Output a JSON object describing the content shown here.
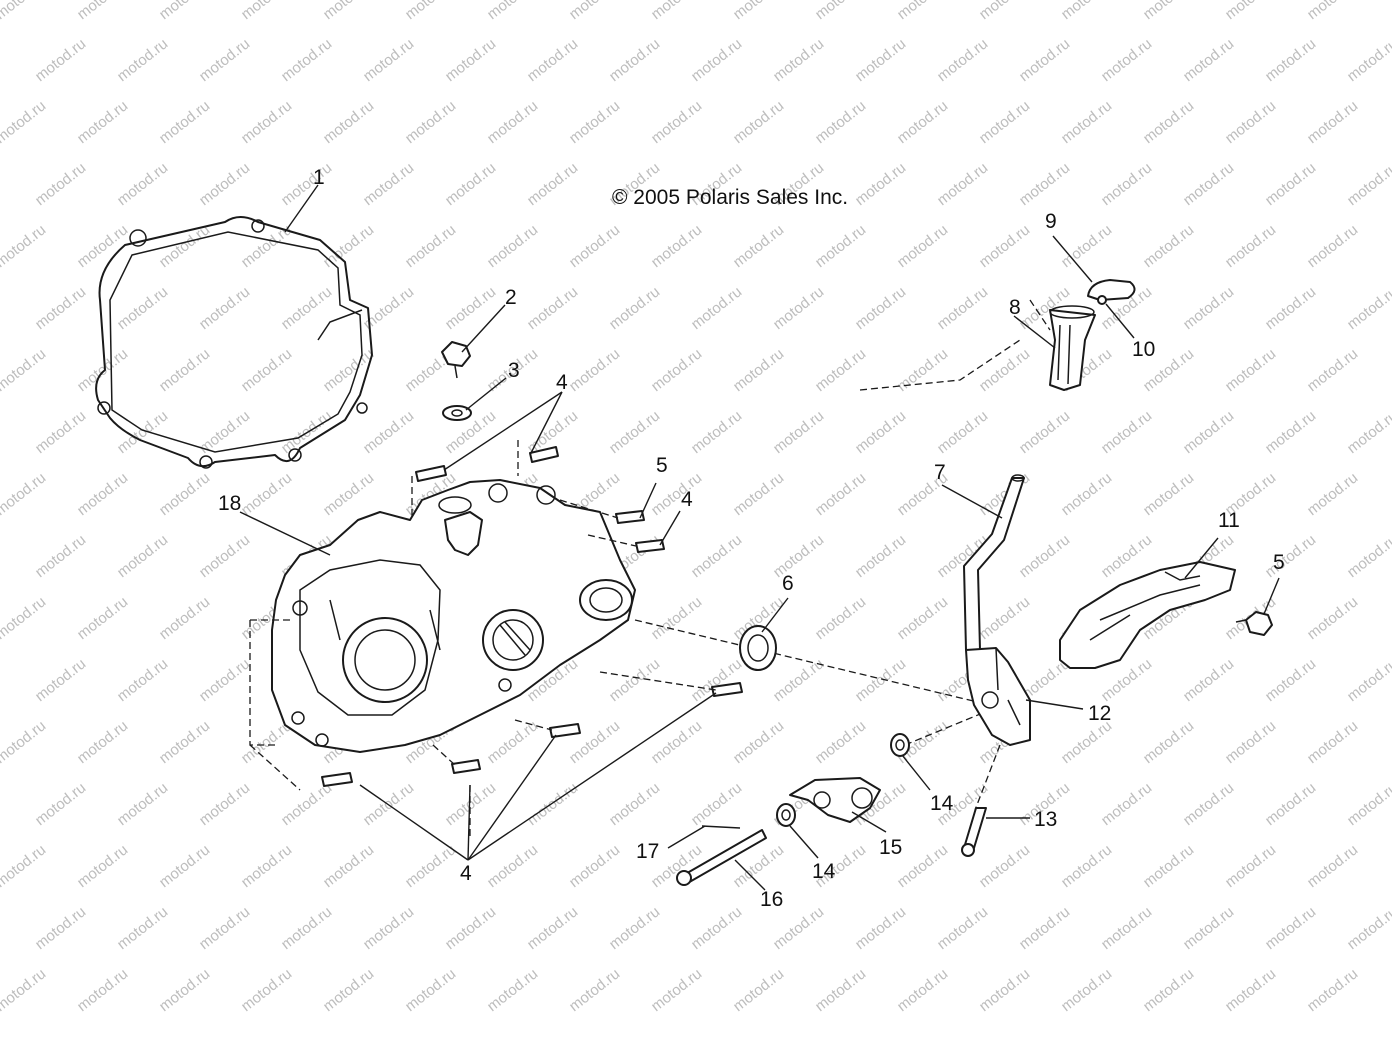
{
  "copyright": "© 2005 Polaris Sales Inc.",
  "watermark": "motod.ru",
  "callouts": {
    "c1": "1",
    "c2": "2",
    "c3": "3",
    "c4a": "4",
    "c4b": "4",
    "c4c": "4",
    "c5a": "5",
    "c5b": "5",
    "c6": "6",
    "c7": "7",
    "c8": "8",
    "c9": "9",
    "c10": "10",
    "c11": "11",
    "c12": "12",
    "c13": "13",
    "c14a": "14",
    "c14b": "14",
    "c15": "15",
    "c16": "16",
    "c17": "17",
    "c18": "18"
  }
}
